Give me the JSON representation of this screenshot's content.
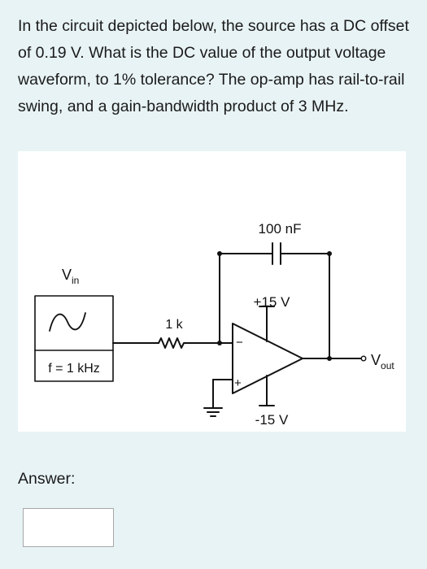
{
  "question": {
    "text": "In the circuit depicted below, the source has a DC offset of 0.19 V. What is the DC value of the output voltage waveform, to 1% tolerance? The op-amp has rail-to-rail swing, and a gain-bandwidth product of 3 MHz."
  },
  "circuit": {
    "capacitor_label": "100 nF",
    "vin_label": "V",
    "vin_sub": "in",
    "source_freq_label": "f = 1 kHz",
    "resistor_label": "1 k",
    "supply_pos_label": "+15 V",
    "supply_neg_label": "-15 V",
    "vout_label": "V",
    "vout_sub": "out",
    "opamp_minus": "−",
    "opamp_plus": "+",
    "icons": [
      "ac-source-icon",
      "resistor-icon",
      "capacitor-icon",
      "opamp-icon",
      "ground-icon",
      "output-terminal-icon"
    ]
  },
  "answer": {
    "label": "Answer:",
    "value": "",
    "placeholder": ""
  }
}
